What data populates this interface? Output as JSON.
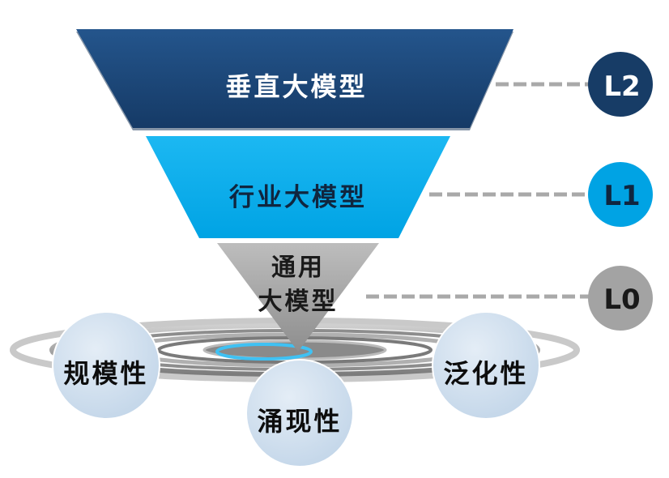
{
  "layers": [
    {
      "id": "L2",
      "label": "垂直大模型",
      "level": "L2",
      "color": "#1a4576",
      "badge_color": "#173c66"
    },
    {
      "id": "L1",
      "label": "行业大模型",
      "level": "L1",
      "color": "#00aaea",
      "badge_color": "#00a3e4"
    },
    {
      "id": "L0",
      "label_lines": [
        "通用",
        "大模型"
      ],
      "level": "L0",
      "color": "#a9a9a9",
      "badge_color": "#a3a3a3"
    }
  ],
  "properties": [
    {
      "label": "规模性"
    },
    {
      "label": "涌现性"
    },
    {
      "label": "泛化性"
    }
  ]
}
